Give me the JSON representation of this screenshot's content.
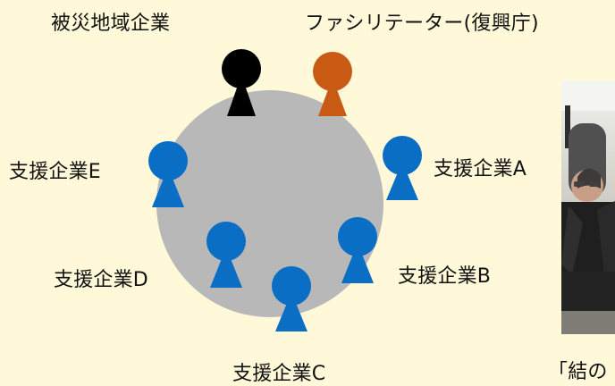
{
  "labels": {
    "disaster_company": "被災地域企業",
    "facilitator": "ファシリテーター(復興庁)",
    "support_a": "支援企業A",
    "support_b": "支援企業B",
    "support_c": "支援企業C",
    "support_d": "支援企業D",
    "support_e": "支援企業E",
    "photo_caption": "「結の"
  },
  "colors": {
    "background": "#fff9d9",
    "table": "#b8b8b8",
    "disaster_company": "#000000",
    "facilitator": "#c85a14",
    "support": "#0a6ec4"
  },
  "icons": {
    "person": "person-icon"
  }
}
